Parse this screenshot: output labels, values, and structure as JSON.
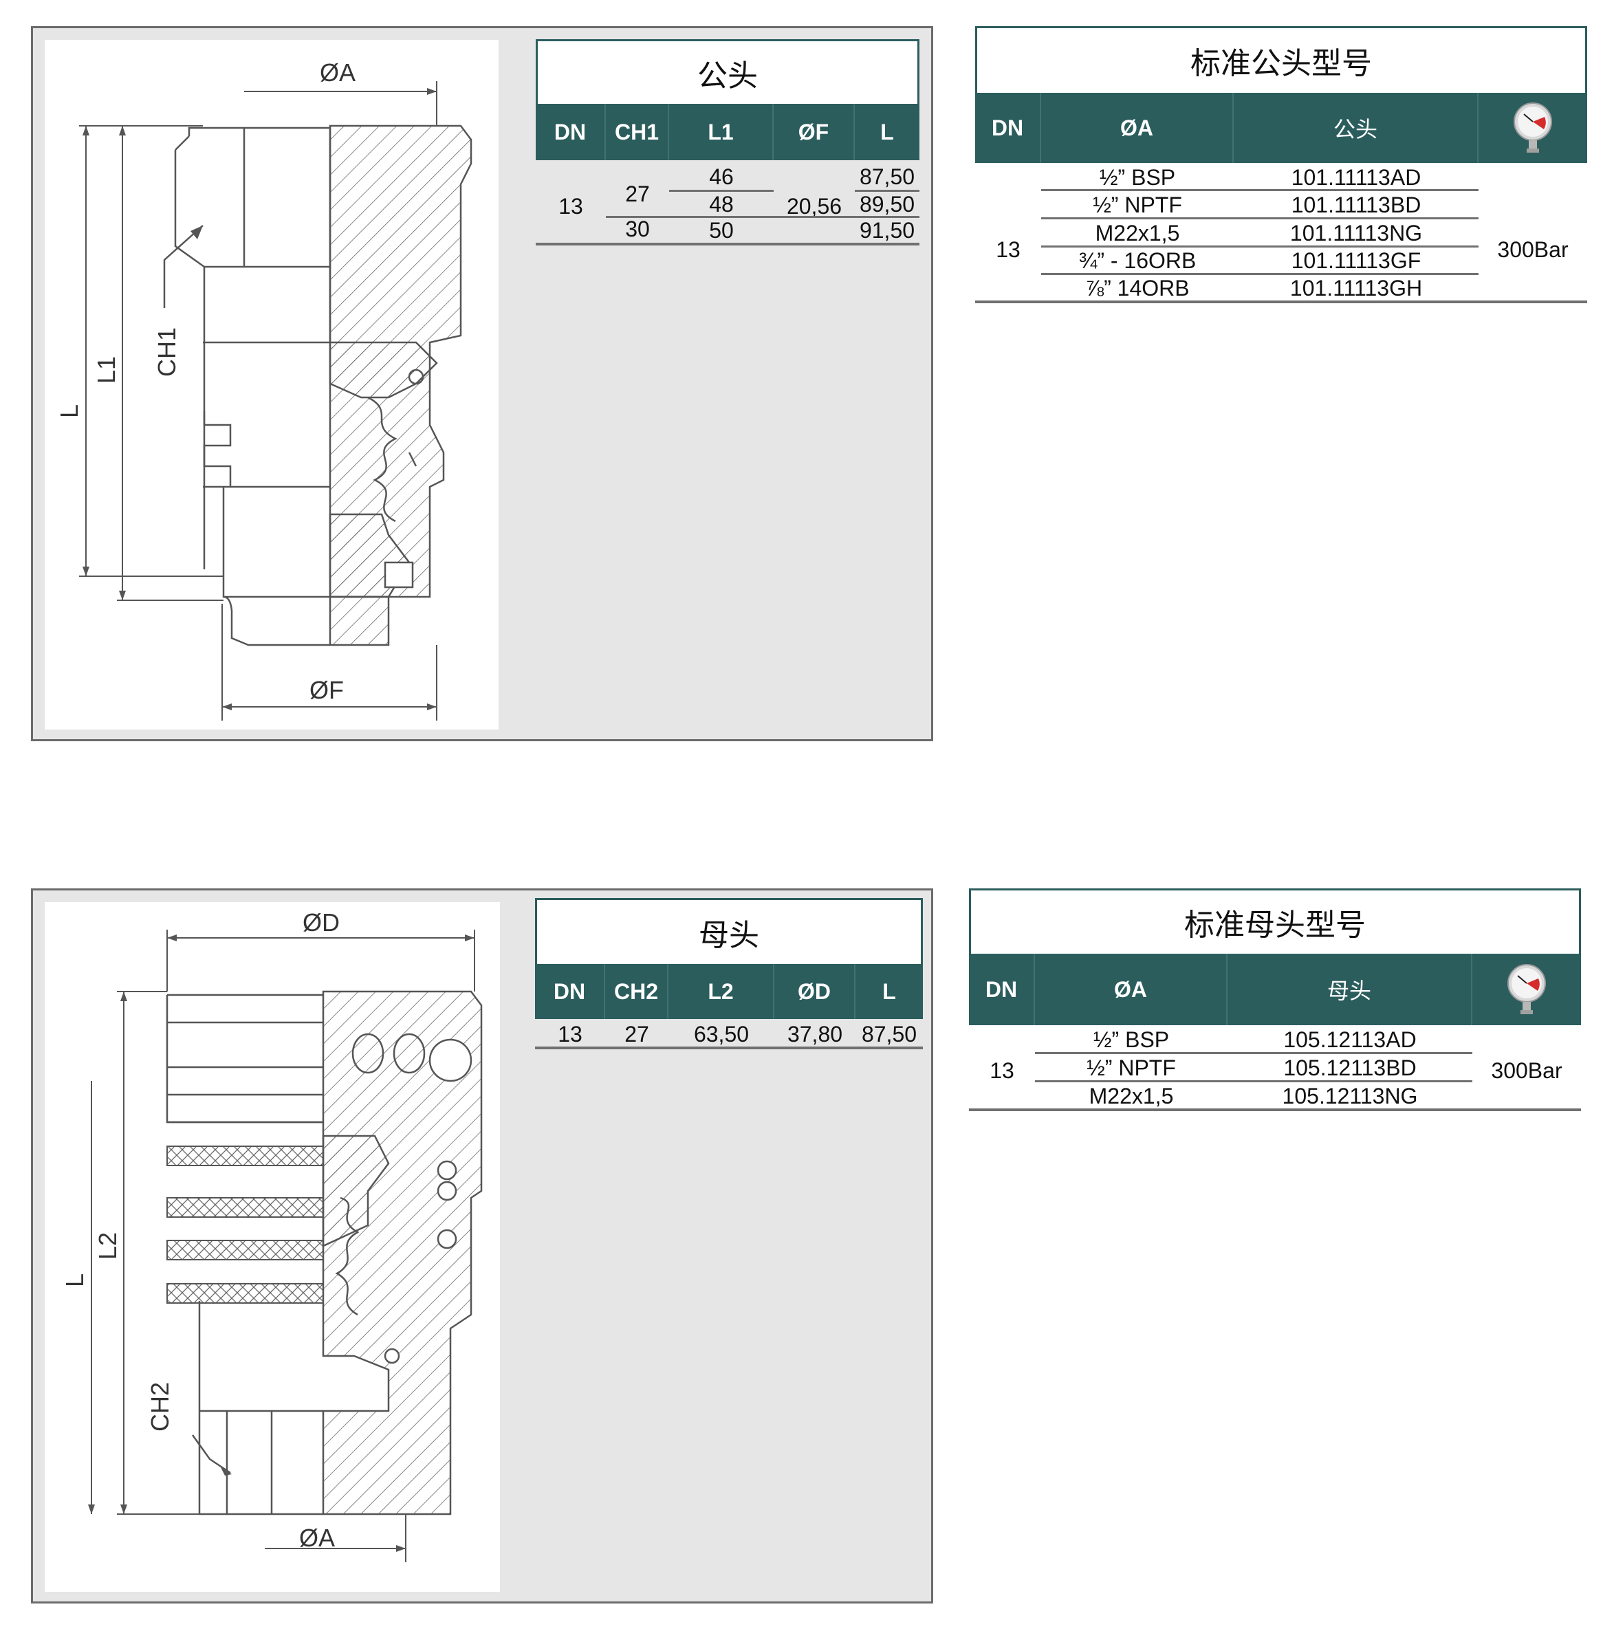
{
  "male": {
    "labels": {
      "a": "ØA",
      "f": "ØF",
      "l": "L",
      "l1": "L1",
      "ch1": "CH1"
    },
    "dims_table": {
      "title": "公头",
      "headers": [
        "DN",
        "CH1",
        "L1",
        "ØF",
        "L"
      ],
      "dn": "13",
      "ch1": [
        "27",
        "30"
      ],
      "l1": [
        "46",
        "48",
        "50"
      ],
      "of": "20,56",
      "l": [
        "87,50",
        "89,50",
        "91,50"
      ]
    },
    "model_table": {
      "title": "标准公头型号",
      "headers": [
        "DN",
        "ØA",
        "公头"
      ],
      "dn": "13",
      "pressure": "300Bar",
      "rows": [
        {
          "a": "½” BSP",
          "code": "101.11113AD"
        },
        {
          "a": "½” NPTF",
          "code": "101.11113BD"
        },
        {
          "a": "M22x1,5",
          "code": "101.11113NG"
        },
        {
          "a": "¾” - 16ORB",
          "code": "101.11113GF"
        },
        {
          "a": "⅞” 14ORB",
          "code": "101.11113GH"
        }
      ]
    }
  },
  "female": {
    "labels": {
      "d": "ØD",
      "a": "ØA",
      "l": "L",
      "l2": "L2",
      "ch2": "CH2"
    },
    "dims_table": {
      "title": "母头",
      "headers": [
        "DN",
        "CH2",
        "L2",
        "ØD",
        "L"
      ],
      "row": [
        "13",
        "27",
        "63,50",
        "37,80",
        "87,50"
      ]
    },
    "model_table": {
      "title": "标准母头型号",
      "headers": [
        "DN",
        "ØA",
        "母头"
      ],
      "dn": "13",
      "pressure": "300Bar",
      "rows": [
        {
          "a": "½” BSP",
          "code": "105.12113AD"
        },
        {
          "a": "½” NPTF",
          "code": "105.12113BD"
        },
        {
          "a": "M22x1,5",
          "code": "105.12113NG"
        }
      ]
    }
  },
  "icons": [
    "pressure-gauge-icon"
  ],
  "colors": {
    "header": "#2c5d5d",
    "panel": "#e6e6e6",
    "gauge_red": "#d62b2b"
  }
}
